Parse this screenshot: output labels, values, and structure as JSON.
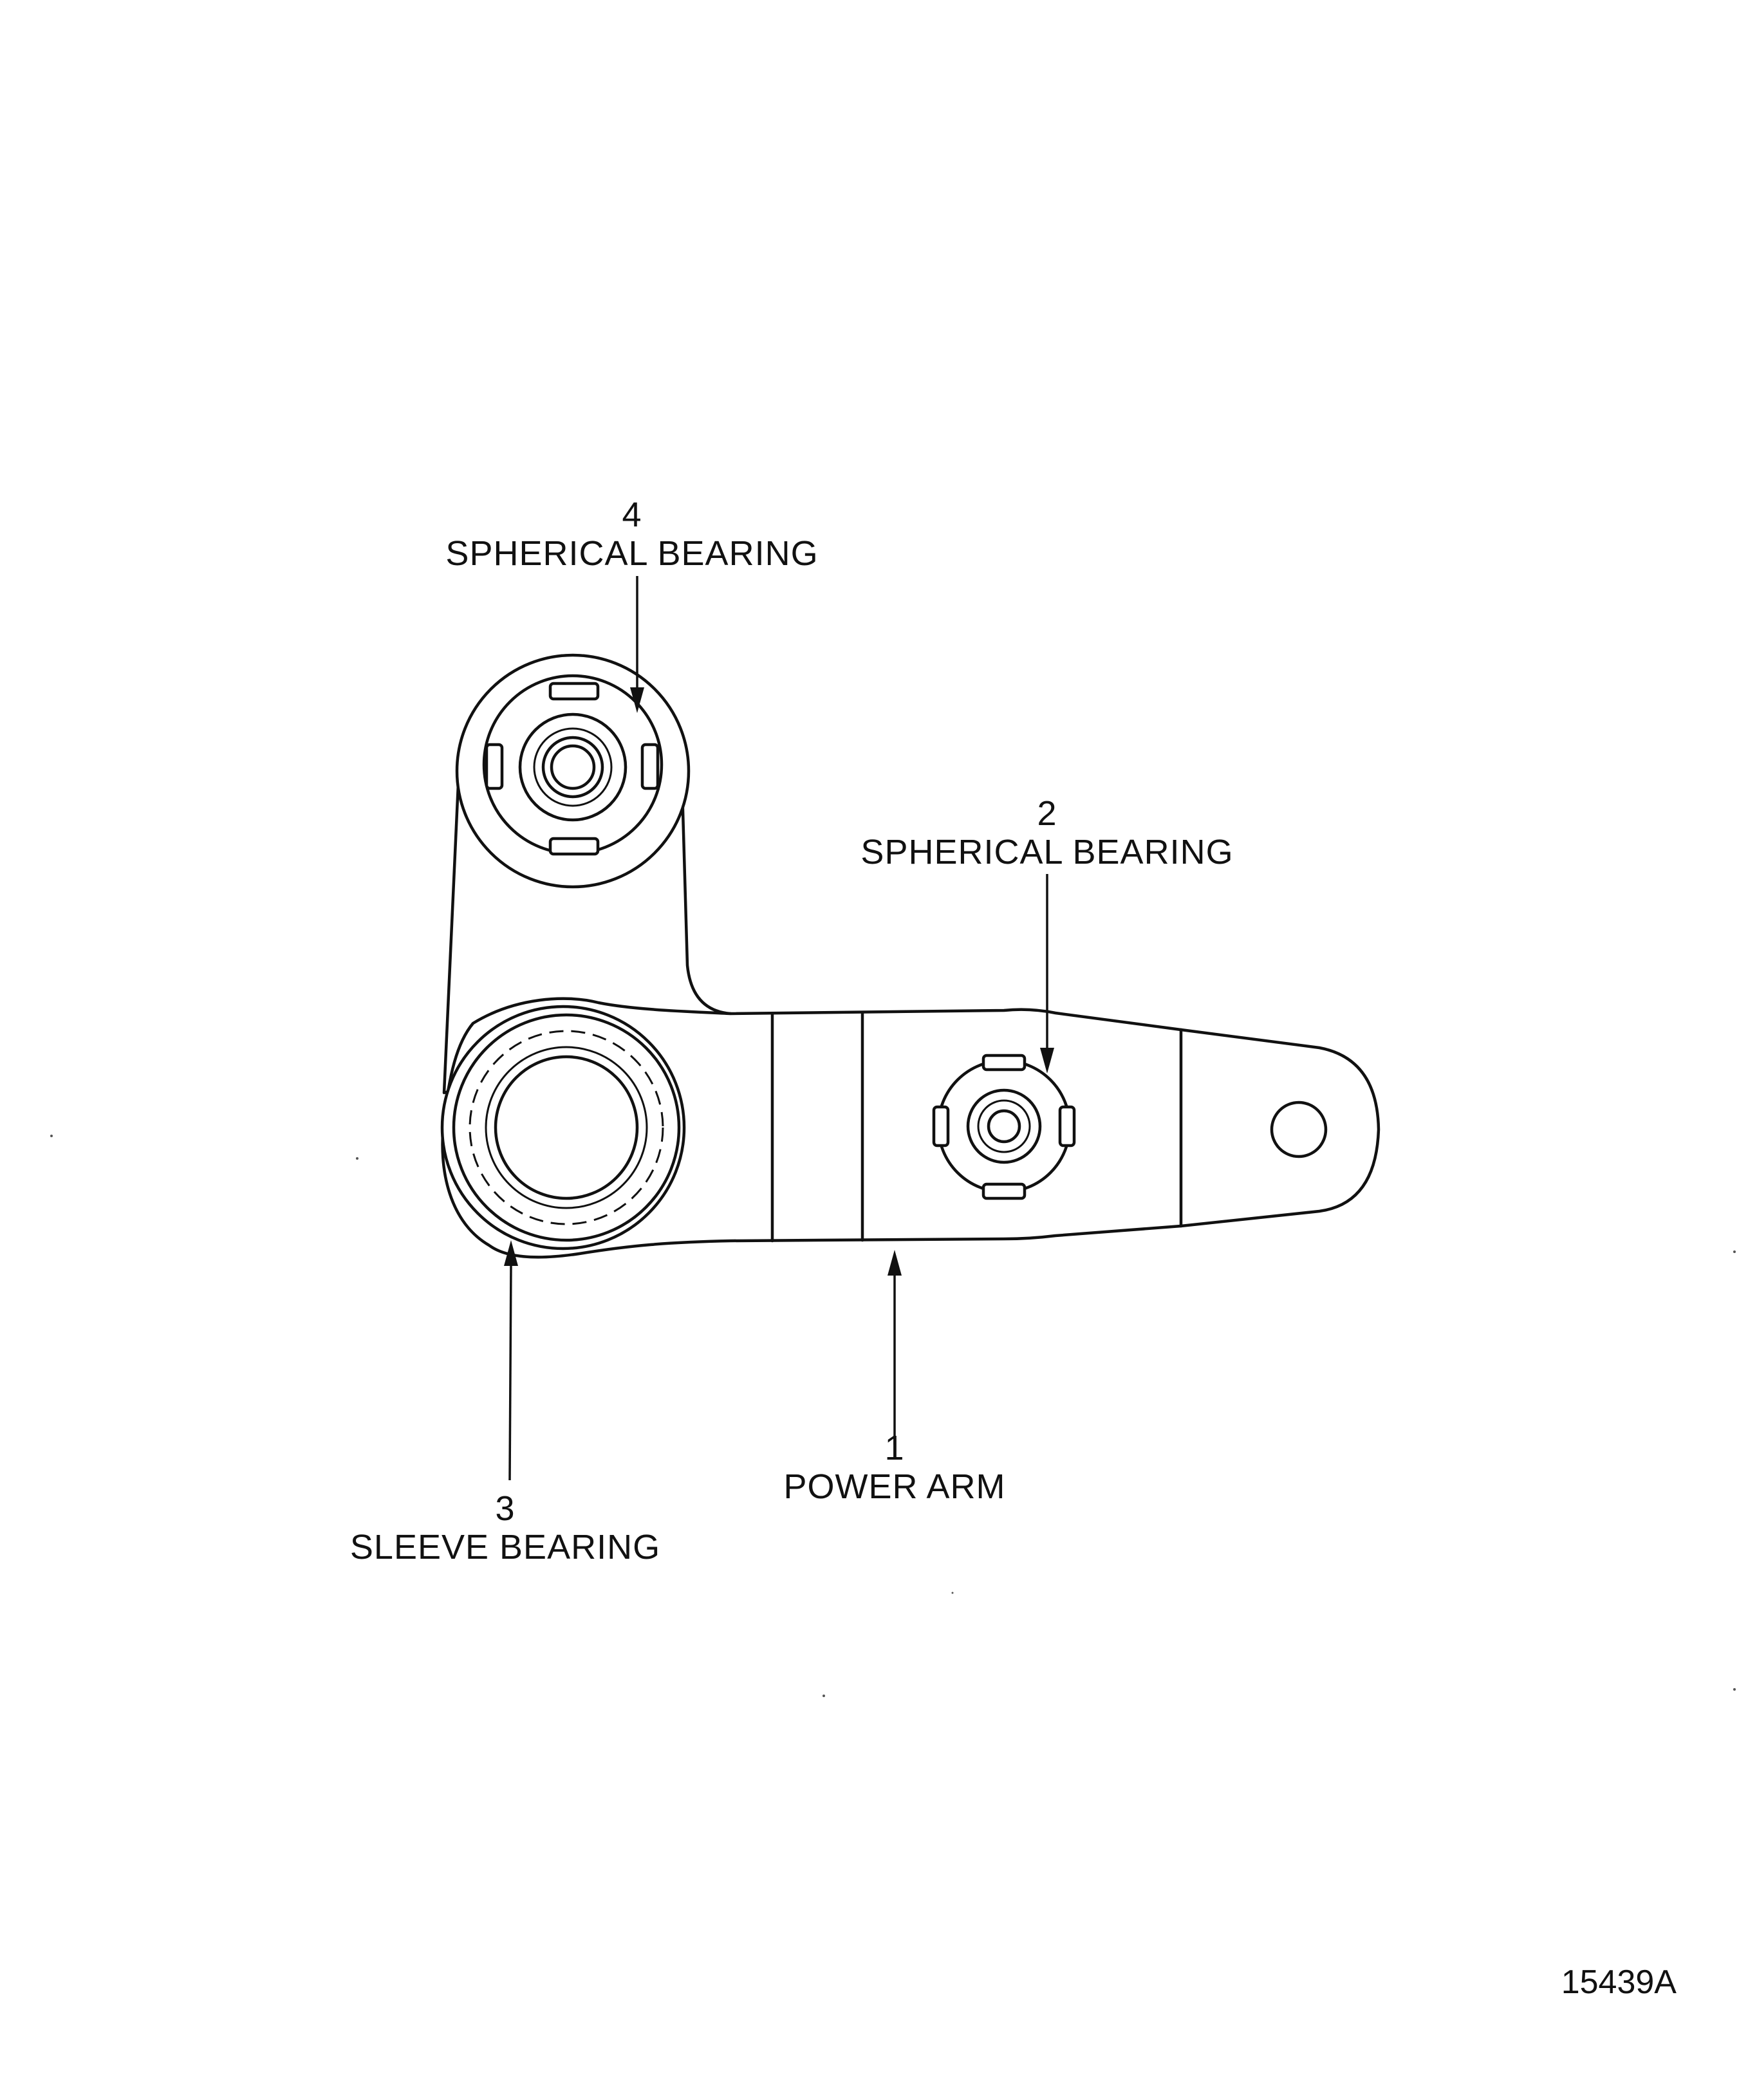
{
  "figure": {
    "number": "15439A"
  },
  "callouts": [
    {
      "index": "1",
      "label": "POWER ARM"
    },
    {
      "index": "2",
      "label": "SPHERICAL BEARING"
    },
    {
      "index": "3",
      "label": "SLEEVE BEARING"
    },
    {
      "index": "4",
      "label": "SPHERICAL BEARING"
    }
  ]
}
